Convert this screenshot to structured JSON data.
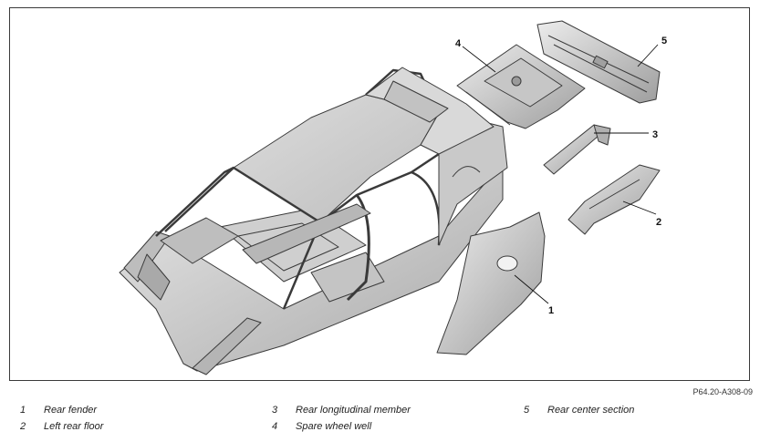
{
  "figure_ref": "P64.20-A308-09",
  "callouts": [
    "1",
    "2",
    "3",
    "4",
    "5"
  ],
  "legend": [
    {
      "num": "1",
      "label": "Rear fender"
    },
    {
      "num": "2",
      "label": "Left rear floor"
    },
    {
      "num": "3",
      "label": "Rear longitudinal member"
    },
    {
      "num": "4",
      "label": "Spare wheel well"
    },
    {
      "num": "5",
      "label": "Rear center section"
    }
  ],
  "colors": {
    "line": "#3a3a3a",
    "part_fill": "#d6d6d6",
    "roof_fill": "#cfcfcf",
    "shadow": "#a9a9a9"
  }
}
